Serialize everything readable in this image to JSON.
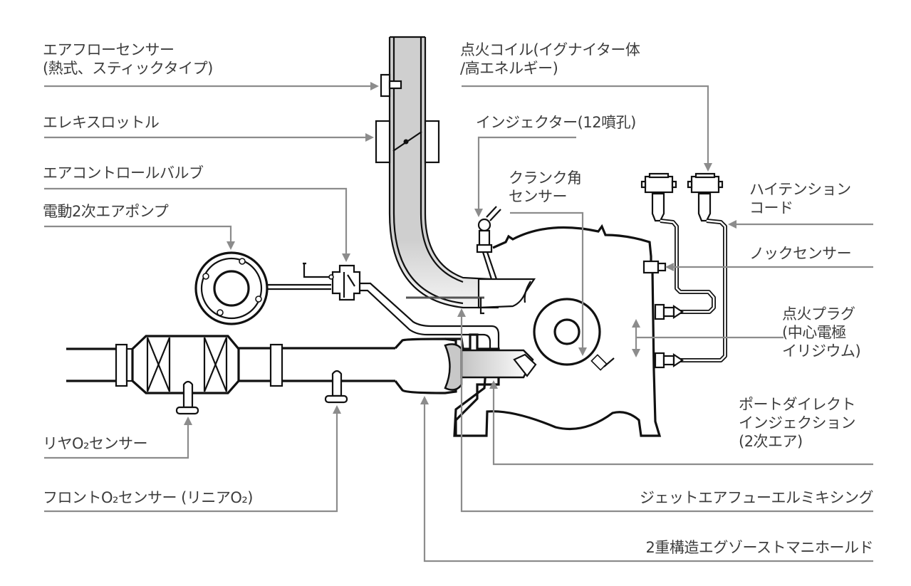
{
  "title": "Engine air intake, fuel and exhaust system diagram",
  "labels": {
    "air_flow_sensor": [
      "エアフローセンサー",
      "(熱式、スティックタイプ)"
    ],
    "electronic_throttle": [
      "エレキスロットル"
    ],
    "air_control_valve": [
      "エアコントロールバルブ"
    ],
    "electric_secondary_air_pump": [
      "電動2次エアポンプ"
    ],
    "ignition_coil": [
      "点火コイル(イグナイター体",
      "/高エネルギー)"
    ],
    "injector": [
      "インジェクター(12噴孔)"
    ],
    "crank_angle_sensor": [
      "クランク角",
      "センサー"
    ],
    "high_tension_cord": [
      "ハイテンション",
      "コード"
    ],
    "knock_sensor": [
      "ノックセンサー"
    ],
    "spark_plug": [
      "点火プラグ",
      "(中心電極",
      "イリジウム)"
    ],
    "port_direct_injection": [
      "ポートダイレクト",
      "インジェクション",
      "(2次エア)"
    ],
    "jet_air_fuel_mixing": [
      "ジェットエアフューエルミキシング"
    ],
    "double_exhaust_manifold": [
      "2重構造エグゾーストマニホールド"
    ],
    "rear_o2_sensor": [
      "リヤO₂センサー"
    ],
    "front_o2_sensor": [
      "フロントO₂センサー (リニアO₂)"
    ]
  },
  "colors": {
    "leader_line": "#8c8c8c",
    "outline": "#111111",
    "intake_fill": "#d4d4d4",
    "text": "#3c3c3c"
  }
}
